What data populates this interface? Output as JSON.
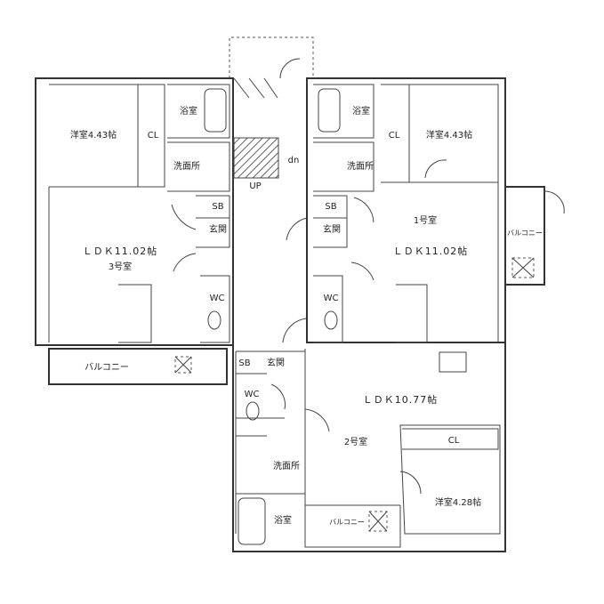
{
  "unit3": {
    "room_label": "3号室",
    "western_room": "洋室4.43帖",
    "closet": "CL",
    "bath": "浴室",
    "washroom": "洗面所",
    "shoe_box": "SB",
    "entrance": "玄関",
    "ldk": "ＬＤＫ11.02帖",
    "toilet": "WC",
    "balcony": "バルコニー"
  },
  "unit1": {
    "room_label": "1号室",
    "western_room": "洋室4.43帖",
    "closet": "CL",
    "bath": "浴室",
    "washroom": "洗面所",
    "shoe_box": "SB",
    "entrance": "玄関",
    "ldk": "ＬＤＫ11.02帖",
    "toilet": "WC",
    "balcony": "バルコニー"
  },
  "unit2": {
    "room_label": "2号室",
    "western_room": "洋室4.28帖",
    "closet": "CL",
    "bath": "浴室",
    "washroom": "洗面所",
    "shoe_box": "SB",
    "entrance": "玄関",
    "ldk": "ＬＤＫ10.77帖",
    "toilet": "WC",
    "balcony": "バルコニー"
  },
  "stairs": {
    "up": "UP",
    "down": "dn"
  }
}
